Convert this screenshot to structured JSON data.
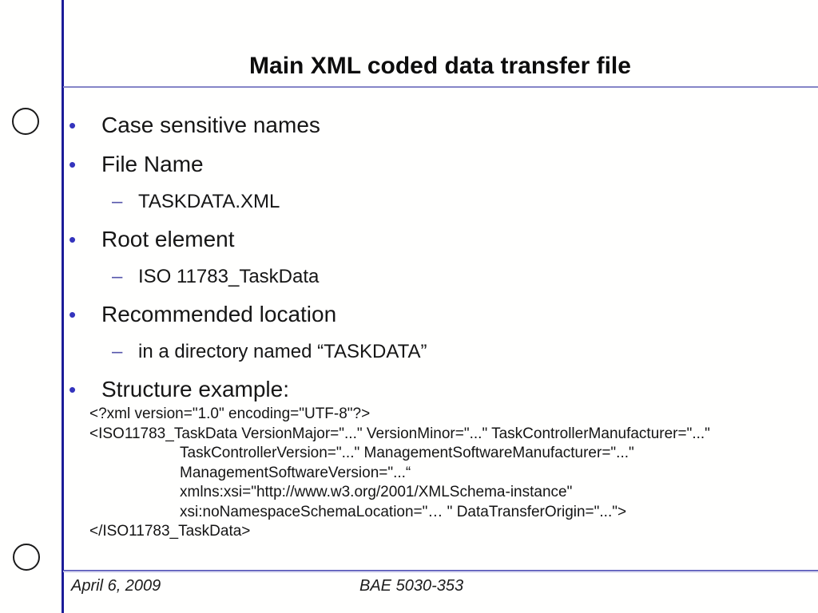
{
  "slide": {
    "title": "Main XML coded data transfer file",
    "markers": {
      "bullet_glyph": "•",
      "dash_glyph": "–"
    },
    "bullets": [
      {
        "level": 1,
        "text": "Case sensitive names"
      },
      {
        "level": 1,
        "text": "File Name"
      },
      {
        "level": 2,
        "text": "TASKDATA.XML"
      },
      {
        "level": 1,
        "text": "Root element"
      },
      {
        "level": 2,
        "text": "ISO 11783_TaskData"
      },
      {
        "level": 1,
        "text": "Recommended location"
      },
      {
        "level": 2,
        "text": "in a directory named “TASKDATA”"
      },
      {
        "level": 1,
        "text": "Structure example:"
      }
    ],
    "code_lines": [
      {
        "indent": 0,
        "text": "<?xml version=\"1.0\" encoding=\"UTF-8\"?>"
      },
      {
        "indent": 0,
        "text": "<ISO11783_TaskData VersionMajor=\"...\" VersionMinor=\"...\" TaskControllerManufacturer=\"...\""
      },
      {
        "indent": 1,
        "text": "TaskControllerVersion=\"...\" ManagementSoftwareManufacturer=\"...\""
      },
      {
        "indent": 1,
        "text": "ManagementSoftwareVersion=\"...“"
      },
      {
        "indent": 1,
        "text": "xmlns:xsi=\"http://www.w3.org/2001/XMLSchema-instance\""
      },
      {
        "indent": 1,
        "text": "xsi:noNamespaceSchemaLocation=\"… \" DataTransferOrigin=\"...\">"
      },
      {
        "indent": 0,
        "text": "</ISO11783_TaskData>"
      }
    ],
    "footer": {
      "date": "April 6, 2009",
      "course": "BAE 5030-353"
    },
    "colors": {
      "frame_line": "#1c1c99",
      "title_rule": "#8585c7",
      "footer_rule": "#3b3bad",
      "bullet": "#3434bd",
      "dash": "#5555aa",
      "text": "#161616"
    }
  }
}
